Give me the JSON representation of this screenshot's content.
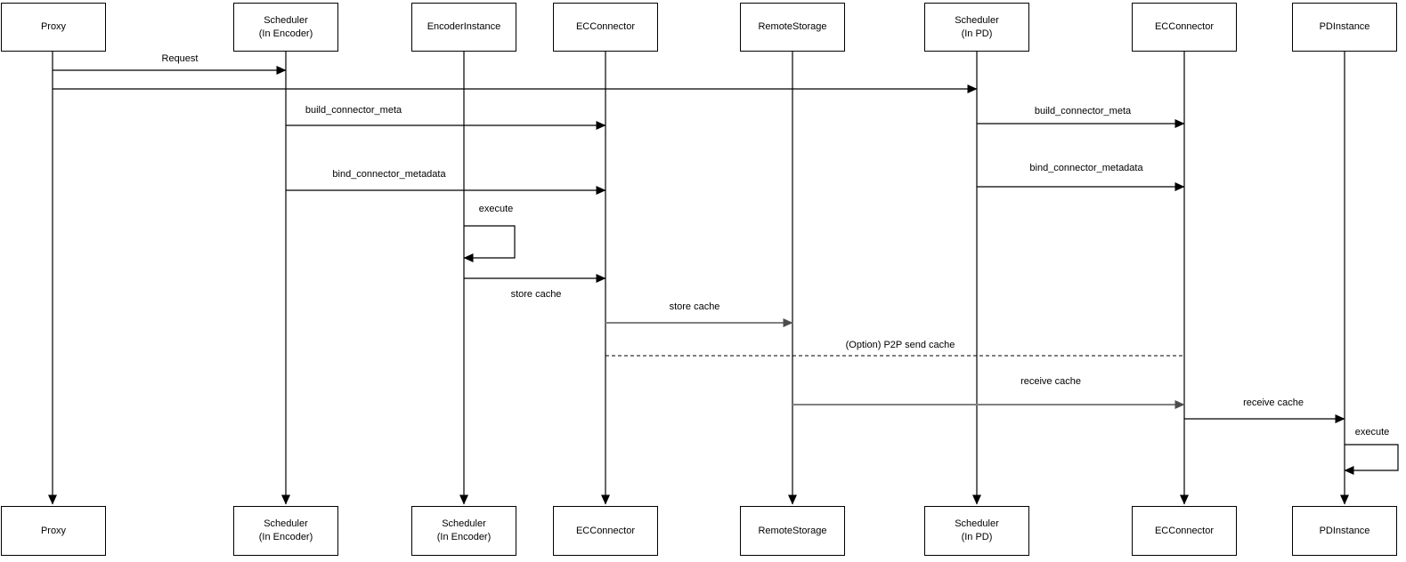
{
  "diagram": {
    "kind": "uml-sequence-diagram",
    "colors": {
      "line": "#000000",
      "gray_line": "#808080",
      "background": "#ffffff"
    },
    "participants": [
      {
        "id": "proxy",
        "top_label": "Proxy",
        "bottom_label": "Proxy"
      },
      {
        "id": "scheduler-encoder",
        "top_label": "Scheduler\n(In Encoder)",
        "bottom_label": "Scheduler\n(In Encoder)"
      },
      {
        "id": "encoder-instance",
        "top_label": "EncoderInstance",
        "bottom_label": "Scheduler\n(In Encoder)"
      },
      {
        "id": "ec-connector",
        "top_label": "ECConnector",
        "bottom_label": "ECConnector"
      },
      {
        "id": "remote-storage",
        "top_label": "RemoteStorage",
        "bottom_label": "RemoteStorage"
      },
      {
        "id": "scheduler-pd",
        "top_label": "Scheduler\n(In PD)",
        "bottom_label": "Scheduler\n(In PD)"
      },
      {
        "id": "ec-connector-pd",
        "top_label": "ECConnector",
        "bottom_label": "ECConnector"
      },
      {
        "id": "pd-instance",
        "top_label": "PDInstance",
        "bottom_label": "PDInstance"
      }
    ],
    "messages": [
      {
        "from": "Proxy",
        "to": "Scheduler (In Encoder)",
        "label": "Request",
        "style": "solid"
      },
      {
        "from": "Proxy",
        "to": "Scheduler (In PD)",
        "label": "",
        "style": "solid"
      },
      {
        "from": "Scheduler (In Encoder)",
        "to": "ECConnector",
        "label": "build_connector_meta",
        "style": "solid"
      },
      {
        "from": "Scheduler (In PD)",
        "to": "ECConnector",
        "label": "build_connector_meta",
        "style": "solid"
      },
      {
        "from": "Scheduler (In Encoder)",
        "to": "ECConnector",
        "label": "bind_connector_metadata",
        "style": "solid"
      },
      {
        "from": "Scheduler (In PD)",
        "to": "ECConnector",
        "label": "bind_connector_metadata",
        "style": "solid"
      },
      {
        "from": "EncoderInstance",
        "to": "EncoderInstance",
        "label": "execute",
        "style": "self"
      },
      {
        "from": "EncoderInstance",
        "to": "ECConnector",
        "label": "store cache",
        "style": "solid"
      },
      {
        "from": "ECConnector",
        "to": "RemoteStorage",
        "label": "store cache",
        "style": "solid-gray"
      },
      {
        "from": "ECConnector",
        "to": "ECConnector (PD)",
        "label": "(Option) P2P send cache",
        "style": "dashed"
      },
      {
        "from": "RemoteStorage",
        "to": "ECConnector (PD)",
        "label": "receive cache",
        "style": "solid-gray"
      },
      {
        "from": "ECConnector (PD)",
        "to": "PDInstance",
        "label": "receive cache",
        "style": "solid"
      },
      {
        "from": "PDInstance",
        "to": "PDInstance",
        "label": "execute",
        "style": "self"
      }
    ]
  }
}
